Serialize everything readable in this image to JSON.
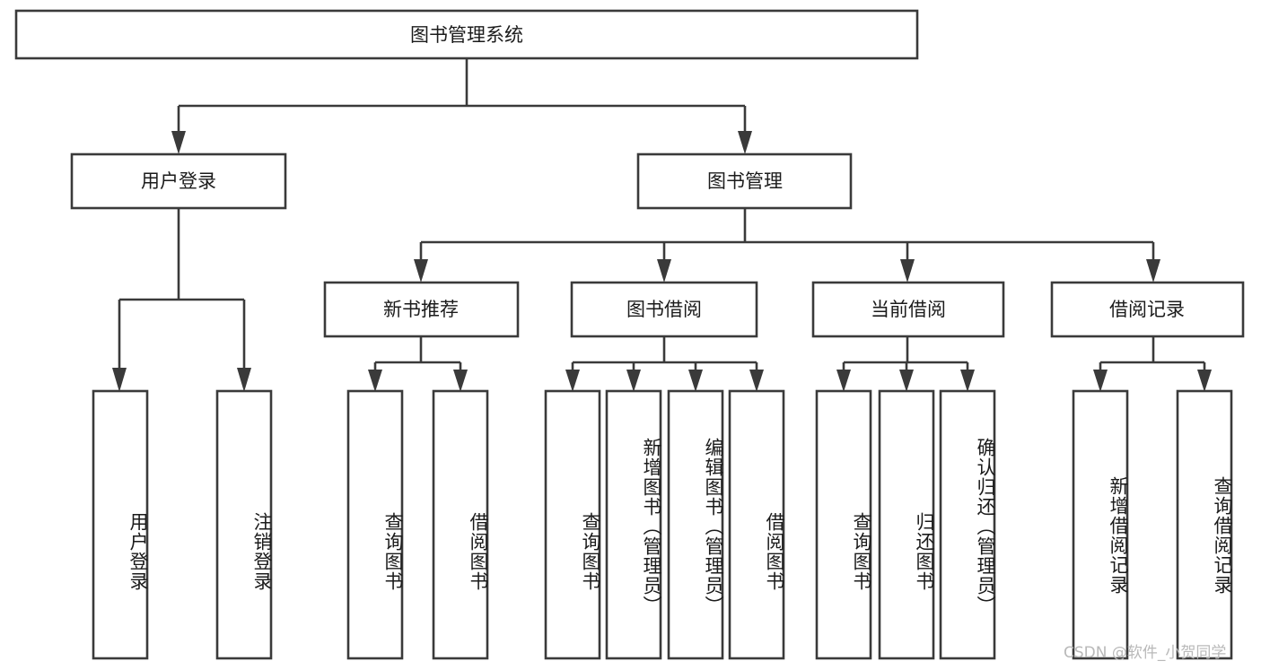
{
  "diagram": {
    "type": "tree",
    "title": "图书管理系统",
    "root": {
      "id": "root",
      "label": "图书管理系统",
      "orientation": "horizontal"
    },
    "level2": [
      {
        "id": "user-login",
        "label": "用户登录",
        "orientation": "horizontal"
      },
      {
        "id": "book-management",
        "label": "图书管理",
        "orientation": "horizontal"
      }
    ],
    "level3": [
      {
        "id": "new-book-recommend",
        "label": "新书推荐",
        "orientation": "horizontal",
        "parent": "book-management"
      },
      {
        "id": "book-borrow",
        "label": "图书借阅",
        "orientation": "horizontal",
        "parent": "book-management"
      },
      {
        "id": "current-borrow",
        "label": "当前借阅",
        "orientation": "horizontal",
        "parent": "book-management"
      },
      {
        "id": "borrow-record",
        "label": "借阅记录",
        "orientation": "horizontal",
        "parent": "book-management"
      }
    ],
    "leaves": [
      {
        "id": "leaf-user-login",
        "label": "用户登录",
        "orientation": "vertical",
        "parent": "user-login"
      },
      {
        "id": "leaf-logout-login",
        "label": "注销登录",
        "orientation": "vertical",
        "parent": "user-login"
      },
      {
        "id": "leaf-query-book-1",
        "label": "查询图书",
        "orientation": "vertical",
        "parent": "new-book-recommend"
      },
      {
        "id": "leaf-borrow-book-1",
        "label": "借阅图书",
        "orientation": "vertical",
        "parent": "new-book-recommend"
      },
      {
        "id": "leaf-query-book-2",
        "label": "查询图书",
        "orientation": "vertical",
        "parent": "book-borrow"
      },
      {
        "id": "leaf-add-book-admin",
        "label": "新增图书（管理员）",
        "orientation": "vertical",
        "parent": "book-borrow"
      },
      {
        "id": "leaf-edit-book-admin",
        "label": "编辑图书（管理员）",
        "orientation": "vertical",
        "parent": "book-borrow"
      },
      {
        "id": "leaf-borrow-book-2",
        "label": "借阅图书",
        "orientation": "vertical",
        "parent": "book-borrow"
      },
      {
        "id": "leaf-query-book-3",
        "label": "查询图书",
        "orientation": "vertical",
        "parent": "current-borrow"
      },
      {
        "id": "leaf-return-book",
        "label": "归还图书",
        "orientation": "vertical",
        "parent": "current-borrow"
      },
      {
        "id": "leaf-confirm-return-admin",
        "label": "确认归还（管理员）",
        "orientation": "vertical",
        "parent": "current-borrow"
      },
      {
        "id": "leaf-add-borrow-record",
        "label": "新增借阅记录",
        "orientation": "vertical",
        "parent": "borrow-record"
      },
      {
        "id": "leaf-query-borrow-record",
        "label": "查询借阅记录",
        "orientation": "vertical",
        "parent": "borrow-record"
      }
    ],
    "colors": {
      "stroke": "#3a3a3a",
      "fill": "#ffffff",
      "text": "#1b1b1b",
      "watermark": "#b9b9b9"
    }
  },
  "watermark": {
    "text": "CSDN @软件_小贺同学"
  }
}
